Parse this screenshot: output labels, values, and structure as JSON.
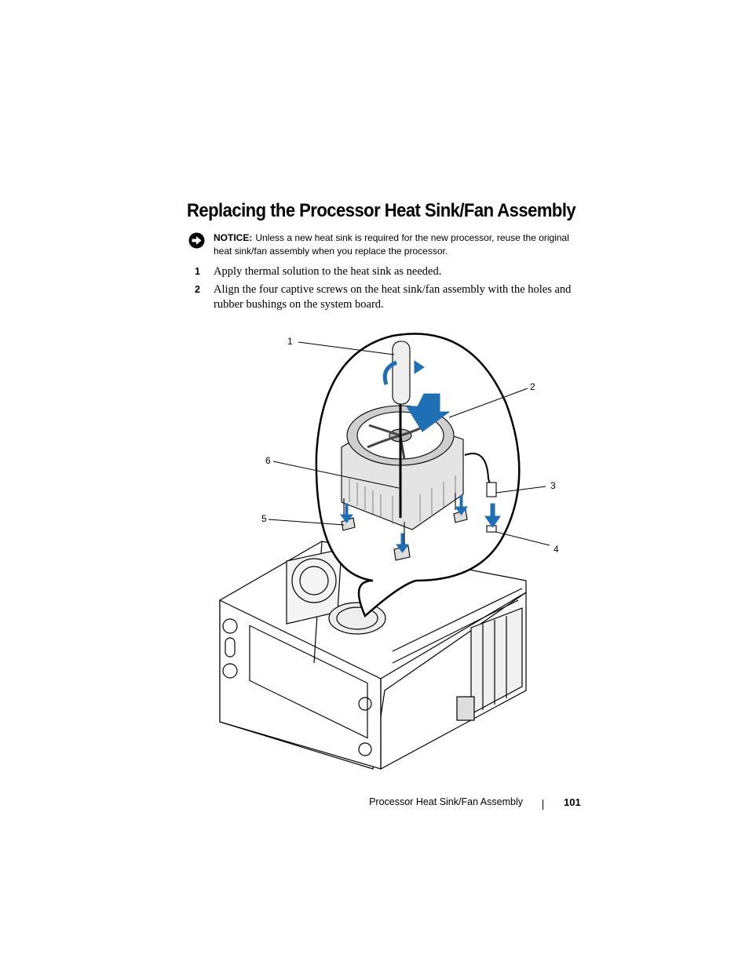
{
  "section": {
    "title": "Replacing the Processor Heat Sink/Fan Assembly"
  },
  "notice": {
    "icon": "notice-arrow-icon",
    "label": "NOTICE:",
    "text": "Unless a new heat sink is required for the new processor, reuse the original heat sink/fan assembly when you replace the processor."
  },
  "steps": [
    {
      "number": "1",
      "text": "Apply thermal solution to the heat sink as needed."
    },
    {
      "number": "2",
      "text": "Align the four captive screws on the heat sink/fan assembly with the holes and rubber bushings on the system board."
    }
  ],
  "figure": {
    "callouts": [
      "1",
      "2",
      "3",
      "4",
      "5",
      "6"
    ]
  },
  "footer": {
    "chapter": "Processor Heat Sink/Fan Assembly",
    "page": "101"
  },
  "colors": {
    "text": "#000000",
    "arrow_blue": "#1f6fb5"
  }
}
